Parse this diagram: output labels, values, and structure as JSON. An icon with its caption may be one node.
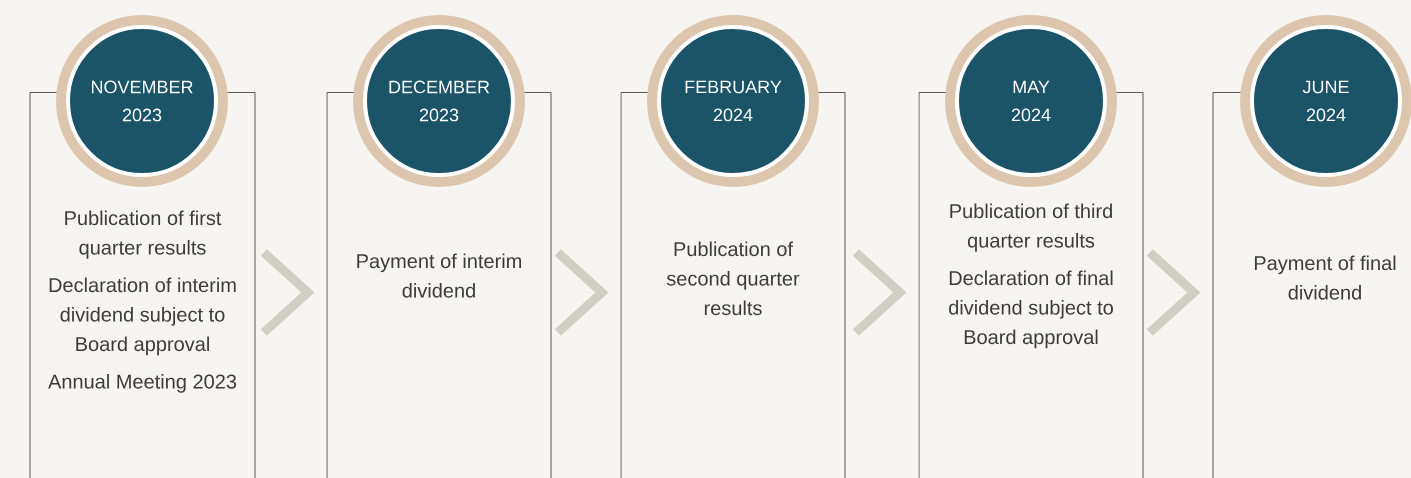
{
  "diagram": {
    "nodes": [
      {
        "text": [
          "NOVEMBER 2023"
        ]
      },
      {
        "text": [
          "Publication of first quarter results",
          "Declaration of interim dividend subject to Board approval",
          "Annual Meeting 2023"
        ]
      },
      {
        "text": [
          "DECEMBER 2023"
        ]
      },
      {
        "text": [
          "Payment of interim dividend"
        ]
      },
      {
        "text": [
          "FEBRUARY 2024"
        ]
      },
      {
        "text": [
          "Publication of second quarter results"
        ]
      },
      {
        "text": [
          "MAY 2024"
        ]
      },
      {
        "text": [
          "Publication of third quarter results",
          "Declaration of final dividend subject to Board approval"
        ]
      },
      {
        "text": [
          "JUNE 2024"
        ]
      },
      {
        "text": [
          "Payment of final dividend"
        ]
      }
    ],
    "edges": [
      {
        "from": 1,
        "to": 3,
        "arrow": "to"
      },
      {
        "from": 3,
        "to": 5,
        "arrow": "to"
      },
      {
        "from": 5,
        "to": 7,
        "arrow": "to"
      },
      {
        "from": 7,
        "to": 9,
        "arrow": "to"
      }
    ]
  }
}
